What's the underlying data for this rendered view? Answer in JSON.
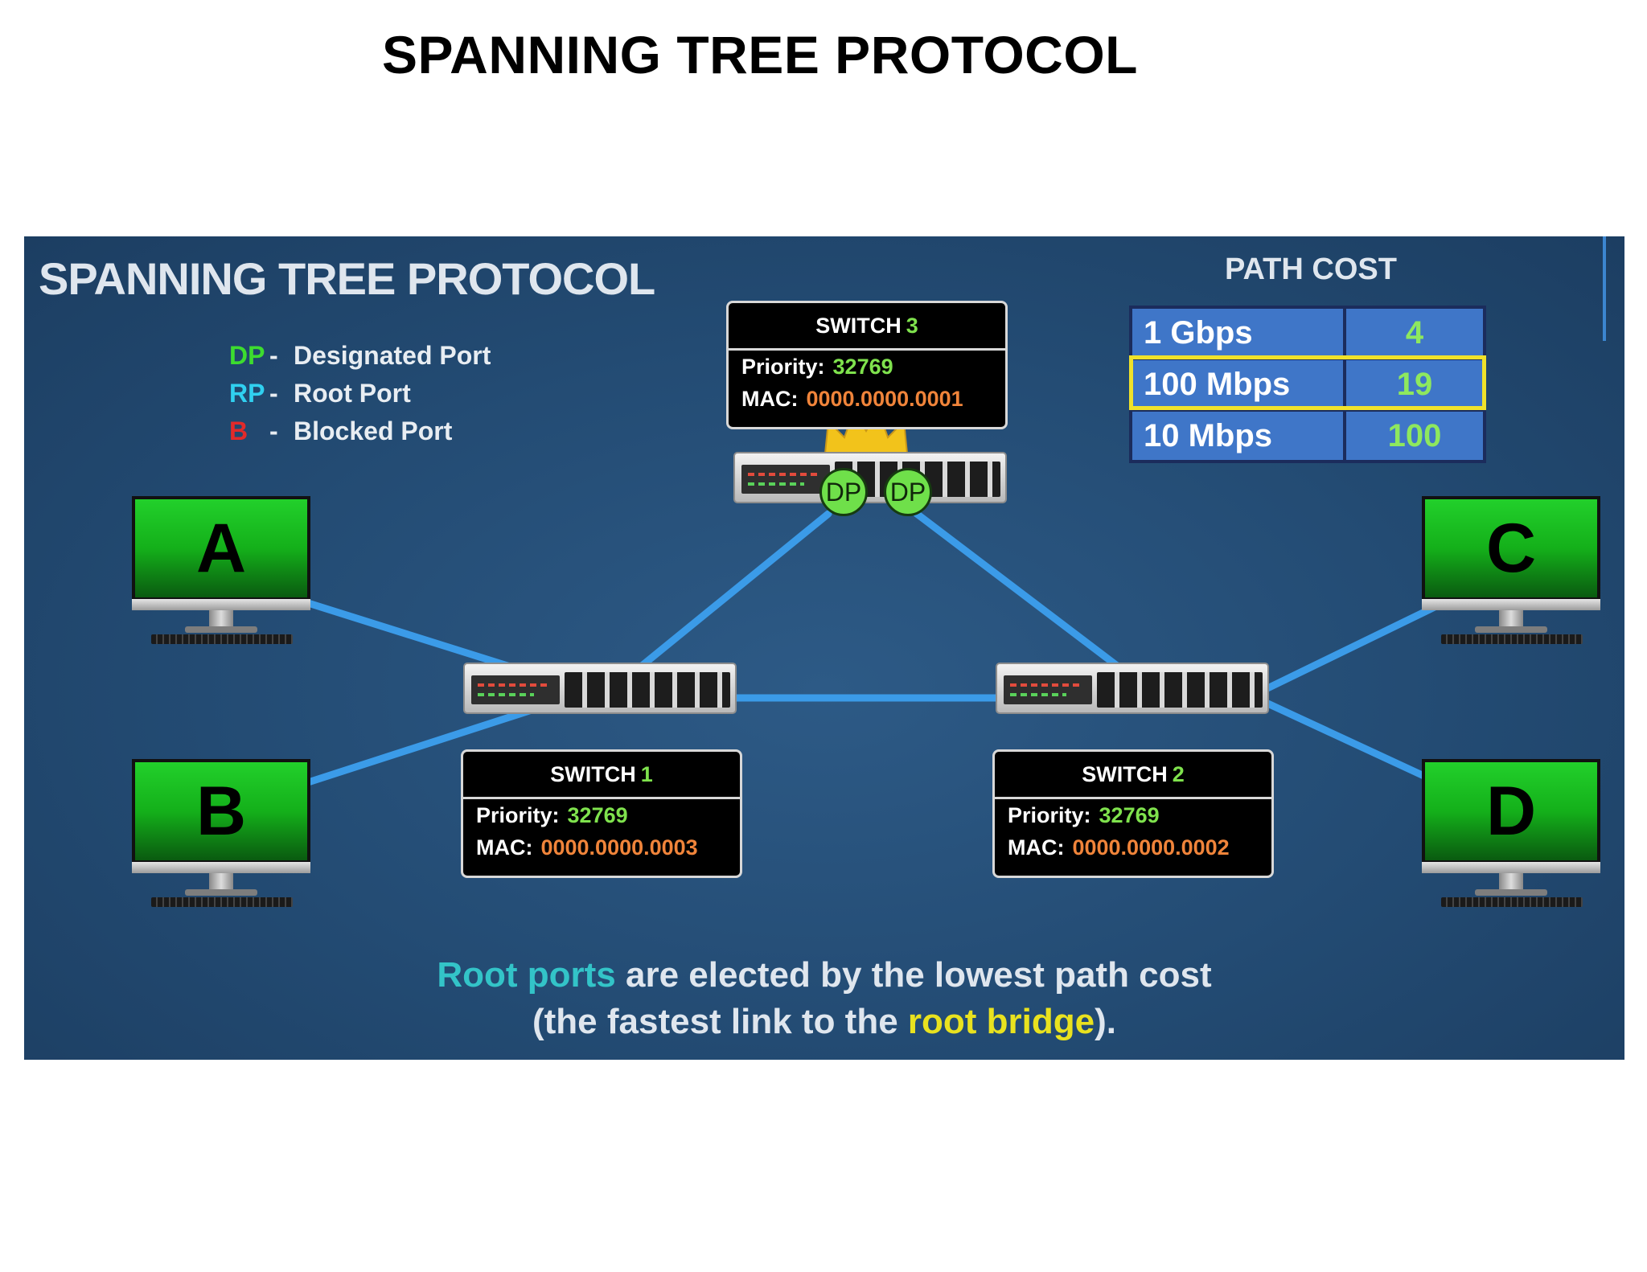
{
  "page_title": "SPANNING TREE PROTOCOL",
  "slide": {
    "title": "SPANNING TREE PROTOCOL",
    "legend": [
      {
        "abbr": "DP",
        "dash": "-",
        "label": "Designated Port",
        "color": "#3ddc2f"
      },
      {
        "abbr": "RP",
        "dash": "-",
        "label": "Root Port",
        "color": "#30d0f0"
      },
      {
        "abbr": "B",
        "dash": "-",
        "label": "Blocked Port",
        "color": "#e22a2a"
      }
    ],
    "path_cost": {
      "title": "PATH COST",
      "rows": [
        {
          "speed": "1 Gbps",
          "cost": "4"
        },
        {
          "speed": "100 Mbps",
          "cost": "19"
        },
        {
          "speed": "10 Mbps",
          "cost": "100"
        }
      ],
      "highlighted_row": "100 Mbps"
    },
    "switches": [
      {
        "name": "SWITCH",
        "number": "3",
        "priority_label": "Priority:",
        "priority": "32769",
        "mac_label": "MAC:",
        "mac": "0000.0000.0001",
        "root_bridge": true
      },
      {
        "name": "SWITCH",
        "number": "1",
        "priority_label": "Priority:",
        "priority": "32769",
        "mac_label": "MAC:",
        "mac": "0000.0000.0003"
      },
      {
        "name": "SWITCH",
        "number": "2",
        "priority_label": "Priority:",
        "priority": "32769",
        "mac_label": "MAC:",
        "mac": "0000.0000.0002"
      }
    ],
    "hosts": [
      "A",
      "B",
      "C",
      "D"
    ],
    "port_badges": [
      "DP",
      "DP"
    ],
    "caption": {
      "line1_highlight": "Root ports",
      "line1_rest": " are elected by the lowest path cost",
      "line2_start": "(the fastest link to the ",
      "line2_highlight": "root bridge",
      "line2_end": ")."
    },
    "colors": {
      "link": "#3b9be8",
      "crown": "#f2c31b",
      "screen": "#1fc726"
    }
  }
}
